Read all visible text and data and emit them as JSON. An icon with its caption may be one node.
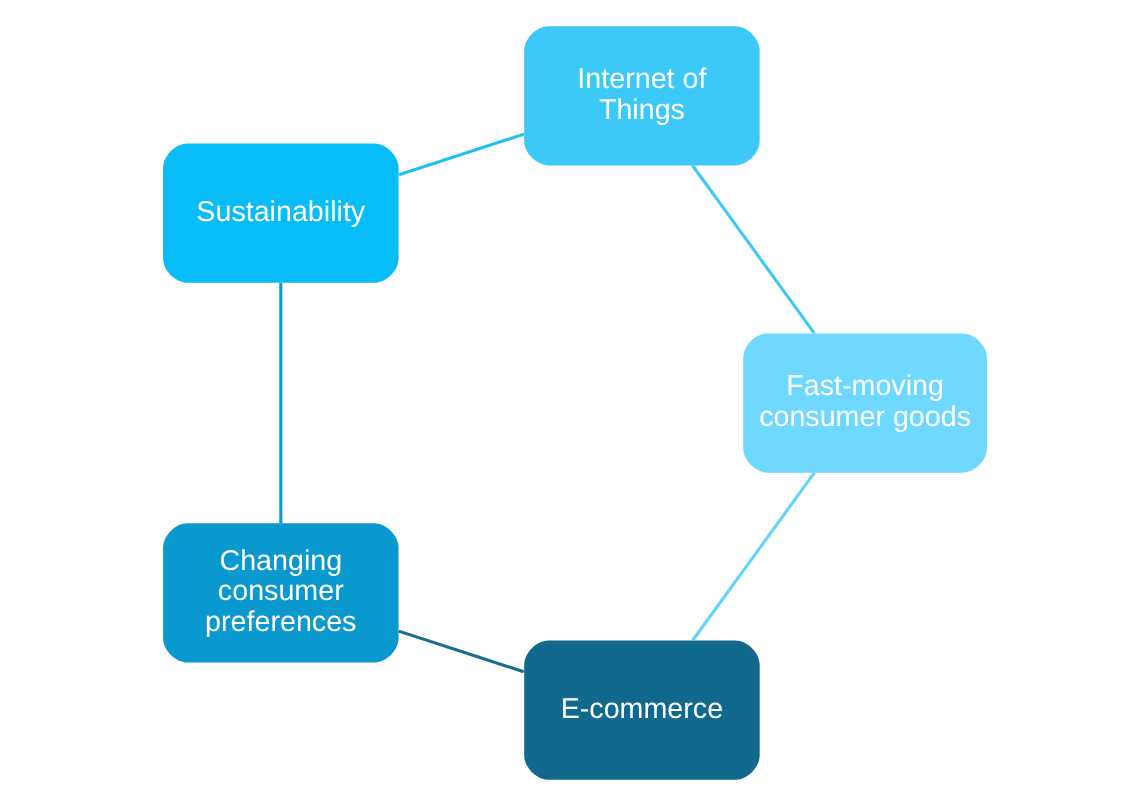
{
  "diagram": {
    "nodes": [
      {
        "text": [
          "E-commerce"
        ]
      },
      {
        "text": [
          "Changing consumer preferences"
        ]
      },
      {
        "text": [
          "Sustainability"
        ]
      },
      {
        "text": [
          "Internet of Things"
        ]
      },
      {
        "text": [
          "Fast-moving consumer goods"
        ]
      }
    ],
    "edges": [
      {
        "from": 0,
        "to": 1,
        "arrow": "none",
        "color": "#1a6e8c"
      },
      {
        "from": 1,
        "to": 2,
        "arrow": "none",
        "color": "#0a9bd0"
      },
      {
        "from": 2,
        "to": 3,
        "arrow": "none",
        "color": "#1ec0f0"
      },
      {
        "from": 3,
        "to": 4,
        "arrow": "none",
        "color": "#40c8f5"
      },
      {
        "from": 4,
        "to": 0,
        "arrow": "none",
        "color": "#60d4ff"
      }
    ]
  }
}
